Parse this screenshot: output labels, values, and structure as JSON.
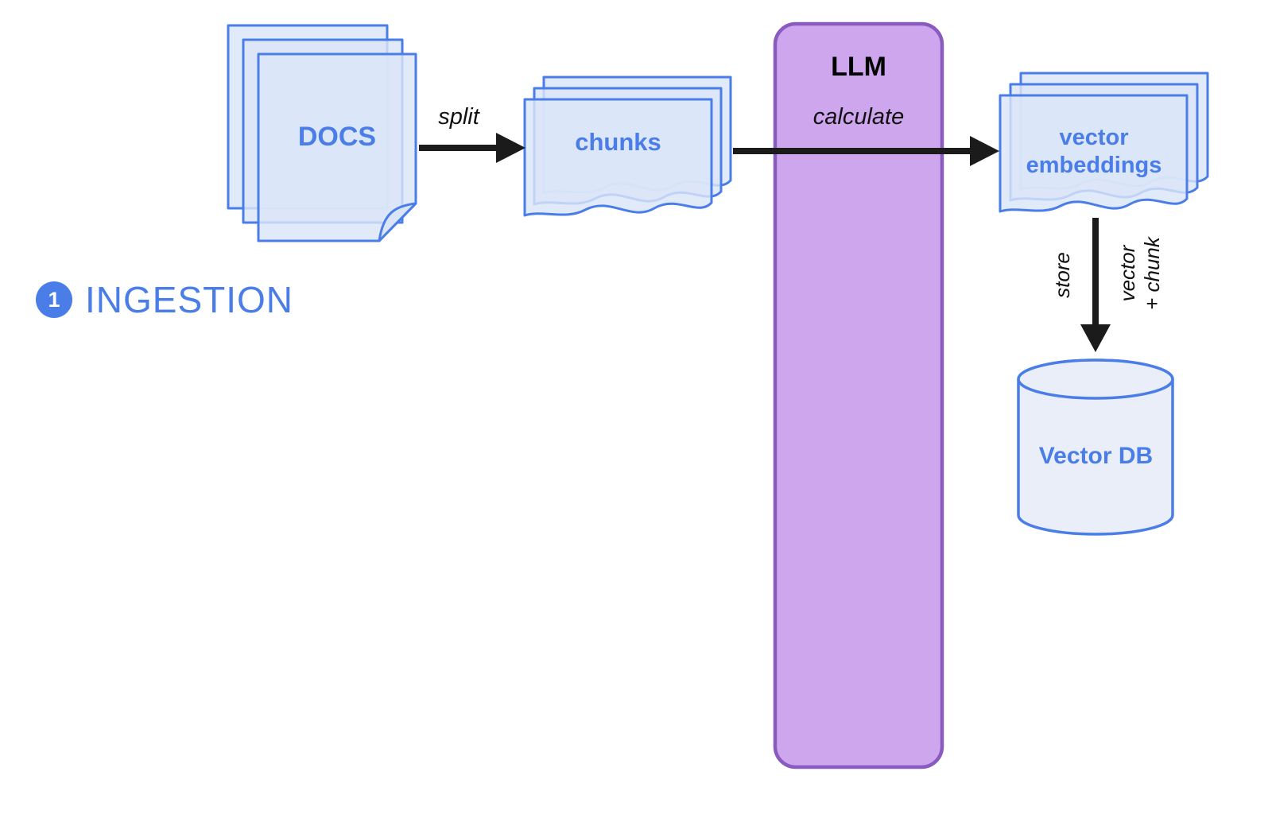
{
  "diagram": {
    "step": {
      "badge": "1",
      "title": "INGESTION"
    },
    "docs": {
      "label": "DOCS"
    },
    "split": {
      "label": "split"
    },
    "chunks": {
      "label": "chunks"
    },
    "llm": {
      "title": "LLM",
      "action": "calculate"
    },
    "embeddings": {
      "label": "vector\nembeddings"
    },
    "store": {
      "label": "store",
      "payload": "vector\n+ chunk"
    },
    "vector_db": {
      "label": "Vector DB"
    }
  },
  "colors": {
    "accent": "#4a7de8",
    "doc-fill": "#dbe5f8",
    "doc-stroke": "#4a7de8",
    "llm-fill": "#cda6ee",
    "llm-stroke": "#8a5bbf",
    "arrow": "#1b1b1b",
    "db-fill": "#e9eef9",
    "text": "#111111",
    "bg": "#ffffff"
  }
}
